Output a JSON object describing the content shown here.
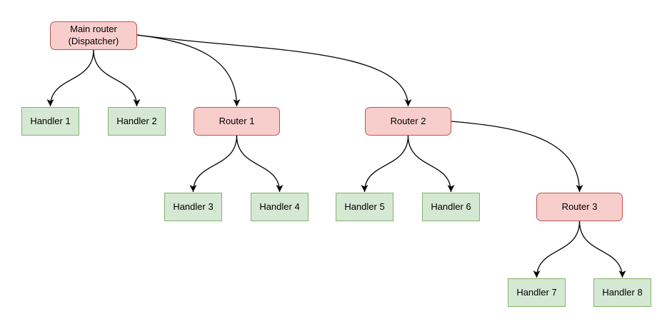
{
  "diagram": {
    "type": "flowchart-tree",
    "background": "#ffffff",
    "nodes": {
      "main": {
        "label": "Main router\n(Dispatcher)",
        "type": "router"
      },
      "router1": {
        "label": "Router 1",
        "type": "router"
      },
      "router2": {
        "label": "Router 2",
        "type": "router"
      },
      "router3": {
        "label": "Router 3",
        "type": "router"
      },
      "handler1": {
        "label": "Handler 1",
        "type": "handler"
      },
      "handler2": {
        "label": "Handler 2",
        "type": "handler"
      },
      "handler3": {
        "label": "Handler 3",
        "type": "handler"
      },
      "handler4": {
        "label": "Handler 4",
        "type": "handler"
      },
      "handler5": {
        "label": "Handler 5",
        "type": "handler"
      },
      "handler6": {
        "label": "Handler 6",
        "type": "handler"
      },
      "handler7": {
        "label": "Handler 7",
        "type": "handler"
      },
      "handler8": {
        "label": "Handler 8",
        "type": "handler"
      }
    },
    "edges": [
      {
        "from": "main",
        "to": "handler1"
      },
      {
        "from": "main",
        "to": "handler2"
      },
      {
        "from": "main",
        "to": "router1"
      },
      {
        "from": "main",
        "to": "router2"
      },
      {
        "from": "router1",
        "to": "handler3"
      },
      {
        "from": "router1",
        "to": "handler4"
      },
      {
        "from": "router2",
        "to": "handler5"
      },
      {
        "from": "router2",
        "to": "handler6"
      },
      {
        "from": "router2",
        "to": "router3"
      },
      {
        "from": "router3",
        "to": "handler7"
      },
      {
        "from": "router3",
        "to": "handler8"
      }
    ],
    "colors": {
      "router_fill": "#f8cecc",
      "router_border": "#b85450",
      "handler_fill": "#d5e8d4",
      "handler_border": "#82b366",
      "edge_stroke": "#000000",
      "text": "#000000",
      "background": "#ffffff"
    }
  }
}
